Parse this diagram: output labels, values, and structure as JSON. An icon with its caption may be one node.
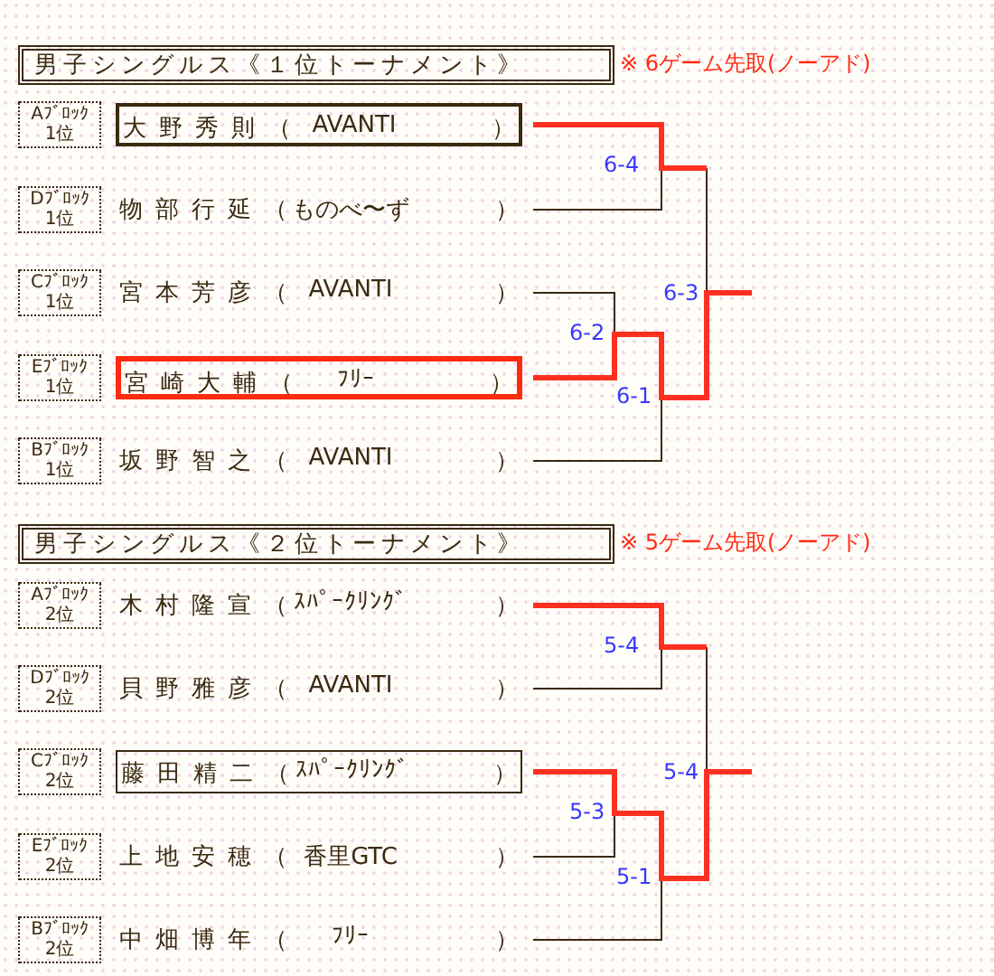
{
  "diagram": {
    "nodes": [
      {
        "text": [
          "男子シングルス《１位トーナメント》"
        ]
      },
      {
        "text": [
          "Aﾌﾞﾛｯｸ 1位"
        ]
      },
      {
        "text": [
          "大野秀則（",
          "AVANTI",
          "）"
        ]
      },
      {
        "text": [
          "Dﾌﾞﾛｯｸ 1位"
        ]
      },
      {
        "text": [
          "物部行延（",
          "ものべ〜ず",
          "）"
        ]
      },
      {
        "text": [
          "Cﾌﾞﾛｯｸ 1位"
        ]
      },
      {
        "text": [
          "宮本芳彦（",
          "AVANTI",
          "）"
        ]
      },
      {
        "text": [
          "Eﾌﾞﾛｯｸ 1位"
        ]
      },
      {
        "text": [
          "宮崎大輔（",
          "ﾌﾘｰ",
          "）"
        ]
      },
      {
        "text": [
          "Bﾌﾞﾛｯｸ 1位"
        ]
      },
      {
        "text": [
          "坂野智之（",
          "AVANTI",
          "）"
        ]
      },
      {
        "text": [
          "男子シングルス《２位トーナメント》"
        ]
      },
      {
        "text": [
          "Aﾌﾞﾛｯｸ 2位"
        ]
      },
      {
        "text": [
          "木村隆宣（",
          "ｽﾊﾟｰｸﾘﾝｸﾞ",
          "）"
        ]
      },
      {
        "text": [
          "Dﾌﾞﾛｯｸ 2位"
        ]
      },
      {
        "text": [
          "貝野雅彦（",
          "AVANTI",
          "）"
        ]
      },
      {
        "text": [
          "Cﾌﾞﾛｯｸ 2位"
        ]
      },
      {
        "text": [
          "藤田精二（",
          "ｽﾊﾟｰｸﾘﾝｸﾞ",
          "）"
        ]
      },
      {
        "text": [
          "Eﾌﾞﾛｯｸ 2位"
        ]
      },
      {
        "text": [
          "上地安穂（",
          "香里GTC",
          "）"
        ]
      },
      {
        "text": [
          "Bﾌﾞﾛｯｸ 2位"
        ]
      },
      {
        "text": [
          "中畑博年（",
          "ﾌﾘｰ",
          "）"
        ]
      }
    ],
    "labels": [
      "※ 6ゲーム先取(ノーアド)",
      "6-4",
      "6-2",
      "6-1",
      "6-3",
      "※ 5ゲーム先取(ノーアド)",
      "5-4",
      "5-3",
      "5-1",
      "5-4"
    ]
  }
}
